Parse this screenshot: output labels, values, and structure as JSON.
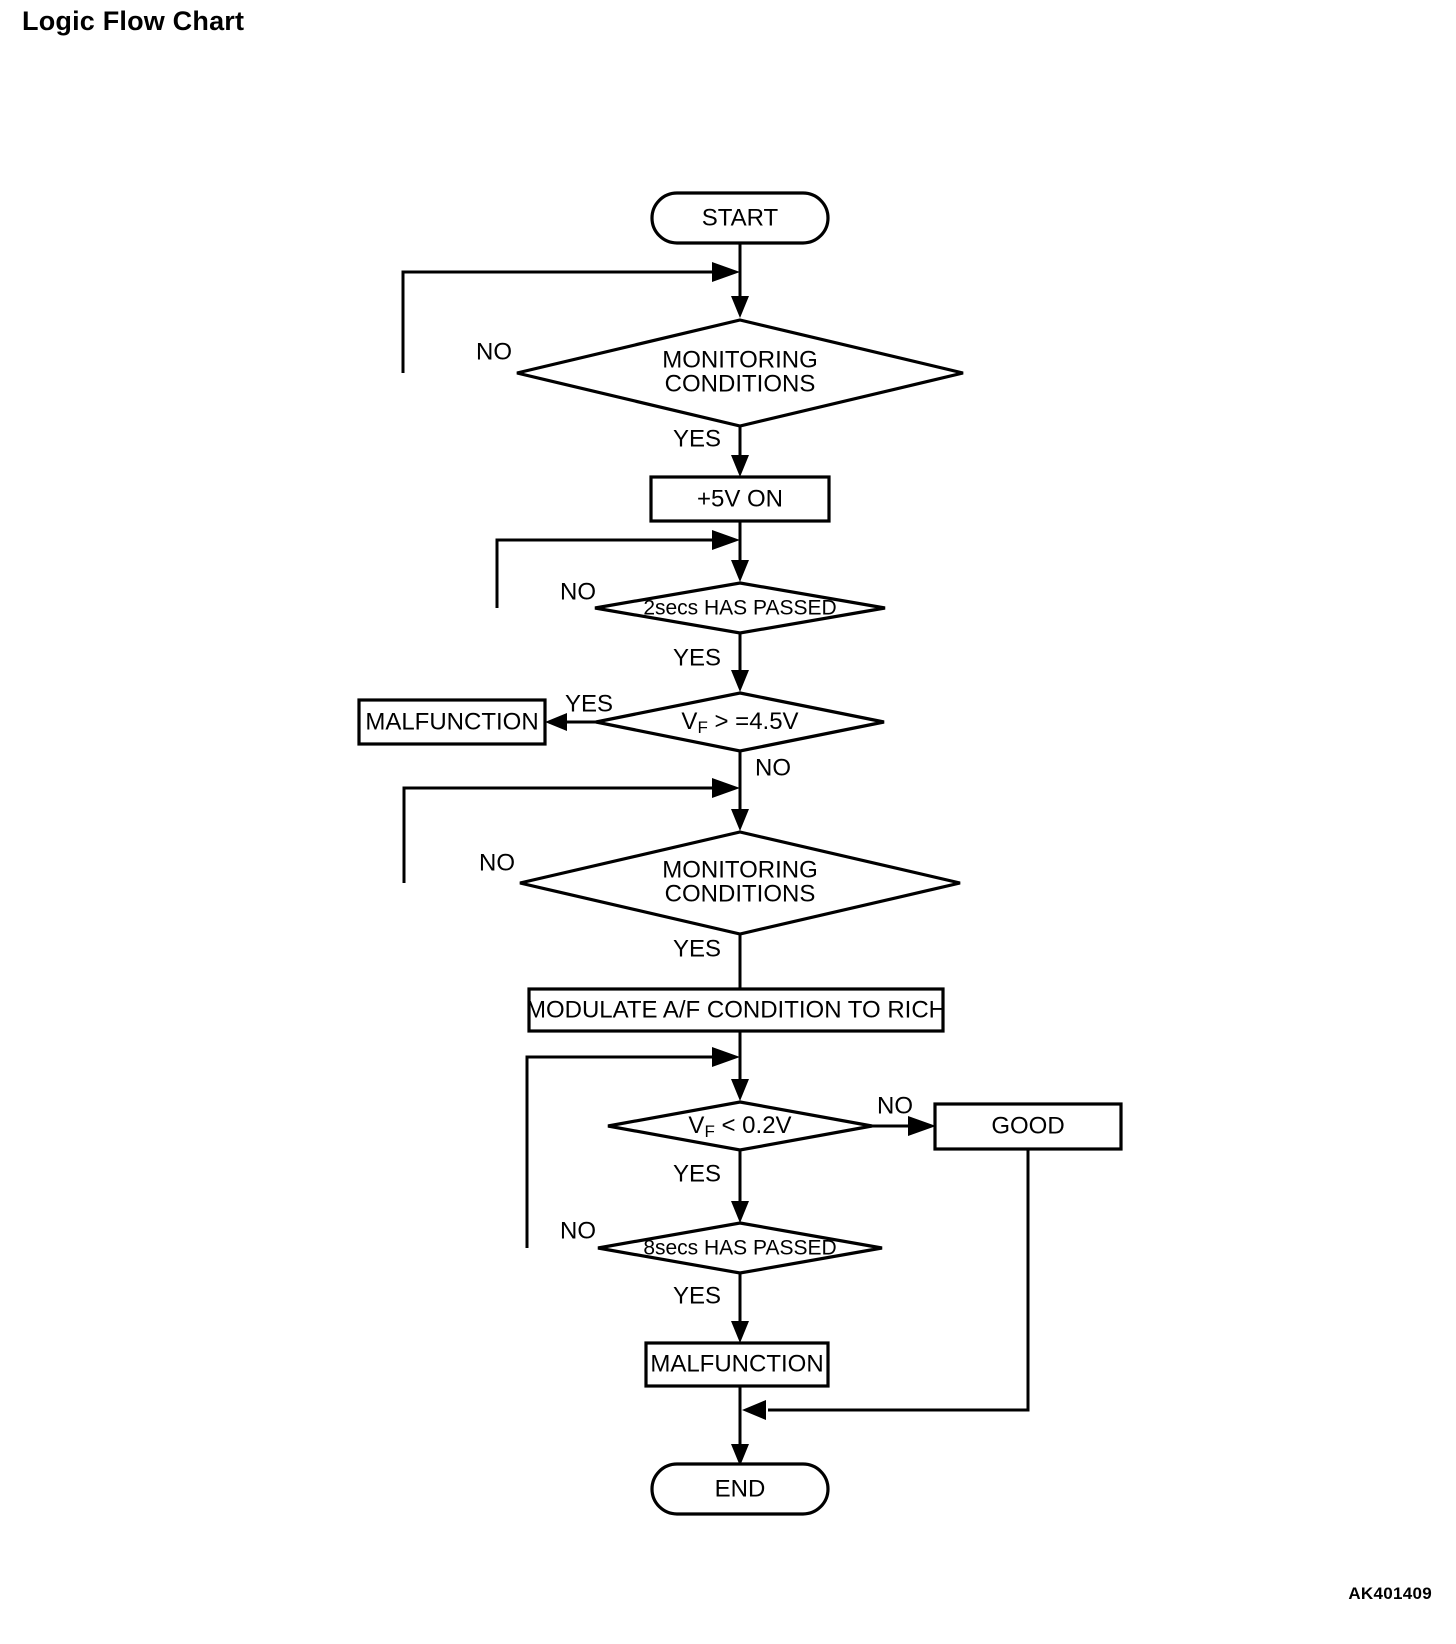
{
  "page": {
    "title": "Logic Flow Chart",
    "figure_code": "AK401409",
    "background_color": "#ffffff",
    "line_color": "#000000"
  },
  "chart_data": {
    "type": "flowchart",
    "title": "Logic Flow Chart",
    "nodes": [
      {
        "id": "start",
        "shape": "terminator",
        "label": "START"
      },
      {
        "id": "mon1",
        "shape": "decision",
        "label": "MONITORING CONDITIONS",
        "line1": "MONITORING",
        "line2": "CONDITIONS"
      },
      {
        "id": "fivevon",
        "shape": "process",
        "label": "+5V ON"
      },
      {
        "id": "twosecs",
        "shape": "decision",
        "label": "2secs HAS PASSED"
      },
      {
        "id": "vf45",
        "shape": "decision",
        "label": "VF > =4.5V",
        "prefix": "V",
        "sub": "F",
        "suffix": " > =4.5V"
      },
      {
        "id": "malfunction1",
        "shape": "process",
        "label": "MALFUNCTION"
      },
      {
        "id": "mon2",
        "shape": "decision",
        "label": "MONITORING CONDITIONS",
        "line1": "MONITORING",
        "line2": "CONDITIONS"
      },
      {
        "id": "modulate",
        "shape": "process",
        "label": "MODULATE A/F CONDITION TO RICH"
      },
      {
        "id": "vf02",
        "shape": "decision",
        "label": "VF < 0.2V",
        "prefix": "V",
        "sub": "F",
        "suffix": " < 0.2V"
      },
      {
        "id": "good",
        "shape": "process",
        "label": "GOOD"
      },
      {
        "id": "eightsecs",
        "shape": "decision",
        "label": "8secs HAS PASSED"
      },
      {
        "id": "malfunction2",
        "shape": "process",
        "label": "MALFUNCTION"
      },
      {
        "id": "end",
        "shape": "terminator",
        "label": "END"
      }
    ],
    "edges": [
      {
        "from": "start",
        "to": "mon1",
        "label": ""
      },
      {
        "from": "mon1",
        "to": "mon1",
        "label": "NO",
        "route": "loop-left"
      },
      {
        "from": "mon1",
        "to": "fivevon",
        "label": "YES"
      },
      {
        "from": "fivevon",
        "to": "twosecs",
        "label": ""
      },
      {
        "from": "twosecs",
        "to": "twosecs",
        "label": "NO",
        "route": "loop-left"
      },
      {
        "from": "twosecs",
        "to": "vf45",
        "label": "YES"
      },
      {
        "from": "vf45",
        "to": "malfunction1",
        "label": "YES",
        "route": "left"
      },
      {
        "from": "vf45",
        "to": "mon2",
        "label": "NO"
      },
      {
        "from": "mon2",
        "to": "mon2",
        "label": "NO",
        "route": "loop-left"
      },
      {
        "from": "mon2",
        "to": "modulate",
        "label": "YES"
      },
      {
        "from": "modulate",
        "to": "vf02",
        "label": ""
      },
      {
        "from": "vf02",
        "to": "good",
        "label": "NO",
        "route": "right"
      },
      {
        "from": "vf02",
        "to": "eightsecs",
        "label": "YES"
      },
      {
        "from": "eightsecs",
        "to": "vf02",
        "label": "NO",
        "route": "loop-left"
      },
      {
        "from": "eightsecs",
        "to": "malfunction2",
        "label": "YES"
      },
      {
        "from": "malfunction2",
        "to": "end",
        "label": ""
      },
      {
        "from": "good",
        "to": "end",
        "label": "",
        "route": "right-down"
      }
    ],
    "branch_labels": [
      "YES",
      "NO"
    ]
  }
}
